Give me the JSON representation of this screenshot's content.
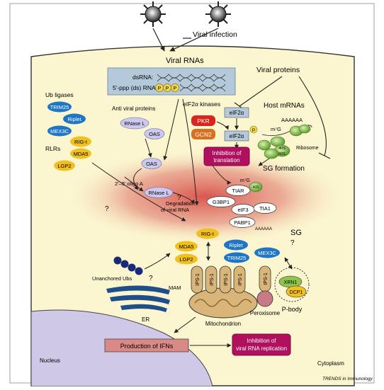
{
  "labels": {
    "viral_infection": "Viral infection",
    "viral_rnas": "Viral RNAs",
    "dsrna": "dsRNA:",
    "ppp_rna": "5′-ppp (ds) RNA:",
    "p": "P",
    "viral_proteins": "Viral proteins",
    "eif2a_kinases": "eIF2α kinases",
    "pkr": "PKR",
    "gcn2": "GCN2",
    "eif2a": "eIF2α",
    "host_mrnas": "Host mRNAs",
    "aaaaaa": "AAAAAA",
    "m7g": "m⁷G",
    "ribosome": "Ribosome",
    "s60": "60S",
    "s40": "40S",
    "inhibition_translation_1": "Inhibition of",
    "inhibition_translation_2": "translation",
    "sg_formation": "SG formation",
    "ub_ligases": "Ub ligases",
    "trim25": "TRIM25",
    "riplet": "Riplet",
    "mex3c": "MEX3C",
    "rlrs": "RLRs",
    "rig_i": "RIG-I",
    "mda5": "MDA5",
    "lgp2": "LGP2",
    "antiviral_proteins": "Anti viral proteins",
    "rnase_l": "RNase L",
    "oas": "OAS",
    "oligo_a": "2′–5′ oligo A",
    "degradation_1": "Degradation",
    "degradation_2": "of viral RNA",
    "tiar": "TIAR",
    "g3bp1": "G3BP1",
    "eif3": "eIF3",
    "tia1": "TIA1",
    "pabp1": "PABP1",
    "sg": "SG",
    "question": "?",
    "unanchored_ubs": "Unanchored Ubs",
    "mam": "MAM",
    "er": "ER",
    "ips1": "IPS-1",
    "mitochondrion": "Mitochondrion",
    "peroxisome": "Peroxisome",
    "xrn1": "XRN1",
    "dcp1": "DCP1",
    "p_body": "P-body",
    "production_ifns": "Production of IFNs",
    "inhibition_replication_1": "Inhibition of",
    "inhibition_replication_2": "viral RNA replication",
    "nucleus": "Nucleus",
    "cytoplasm": "Cytoplasm",
    "credit": "TRENDS in Immunology"
  },
  "colors": {
    "cell": "#fbf6cf",
    "ub_blue": "#1f76c4",
    "rlr_yellow": "#f2c01c",
    "lavender": "#cdc9ee",
    "pkr_red": "#d9251c",
    "gcn2_orange": "#d9701f",
    "magenta": "#b0105e",
    "nucleus": "#cfc8e6",
    "ifn_box": "#d98a86",
    "mito": "#d9b57a",
    "sg_red": "#d14a4a",
    "green": "#8fc44a"
  }
}
